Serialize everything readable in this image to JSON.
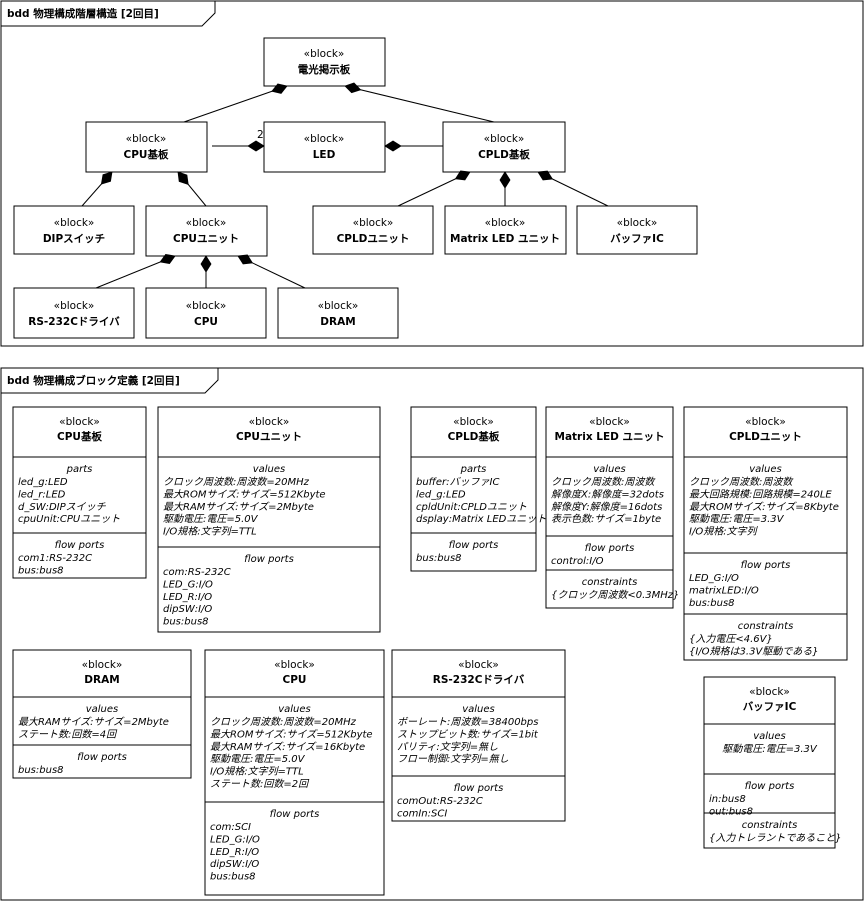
{
  "frame_top": {
    "title": "bdd 物理構成階層構造 [2回目]"
  },
  "frame_bottom": {
    "title": "bdd 物理構成ブロック定義 [2回目]"
  },
  "stereotype": "«block»",
  "hierarchy": {
    "nodes": [
      {
        "id": "board",
        "name": "電光掲示板"
      },
      {
        "id": "cpu_board",
        "name": "CPU基板"
      },
      {
        "id": "led",
        "name": "LED"
      },
      {
        "id": "cpld_board",
        "name": "CPLD基板"
      },
      {
        "id": "dip",
        "name": "DIPスイッチ"
      },
      {
        "id": "cpu_unit",
        "name": "CPUユニット"
      },
      {
        "id": "cpld_unit",
        "name": "CPLDユニット"
      },
      {
        "id": "matrix_led",
        "name": "Matrix LED ユニット"
      },
      {
        "id": "buffer_ic",
        "name": "バッファIC"
      },
      {
        "id": "rs232c",
        "name": "RS-232Cドライバ"
      },
      {
        "id": "cpu",
        "name": "CPU"
      },
      {
        "id": "dram",
        "name": "DRAM"
      }
    ],
    "multiplicity_label": "2"
  },
  "blocks": [
    {
      "id": "b-cpu-board",
      "name": "CPU基板",
      "sections": [
        {
          "title": "parts",
          "items": [
            "led_g:LED",
            "led_r:LED",
            "d_SW:DIPスイッチ",
            "cpuUnit:CPUユニット"
          ]
        },
        {
          "title": "flow ports",
          "items": [
            "com1:RS-232C",
            "bus:bus8"
          ]
        }
      ]
    },
    {
      "id": "b-cpu-unit",
      "name": "CPUユニット",
      "sections": [
        {
          "title": "values",
          "items": [
            "クロック周波数:周波数=20MHz",
            "最大ROMサイズ:サイズ=512Kbyte",
            "最大RAMサイズ:サイズ=2Mbyte",
            "駆動電圧:電圧=5.0V",
            "I/O規格:文字列=TTL"
          ]
        },
        {
          "title": "flow ports",
          "items": [
            "com:RS-232C",
            "LED_G:I/O",
            "LED_R:I/O",
            "dipSW:I/O",
            "bus:bus8"
          ]
        }
      ]
    },
    {
      "id": "b-cpld-board",
      "name": "CPLD基板",
      "sections": [
        {
          "title": "parts",
          "items": [
            "buffer:バッファIC",
            "led_g:LED",
            "cpldUnit:CPLDユニット",
            "dsplay:Matrix LEDユニット"
          ]
        },
        {
          "title": "flow ports",
          "items": [
            "bus:bus8"
          ]
        }
      ]
    },
    {
      "id": "b-matrix-led",
      "name": "Matrix LED ユニット",
      "sections": [
        {
          "title": "values",
          "items": [
            "クロック周波数:周波数",
            "解像度X:解像度=32dots",
            "解像度Y:解像度=16dots",
            "表示色数:サイズ=1byte"
          ]
        },
        {
          "title": "flow ports",
          "items": [
            "control:I/O"
          ]
        },
        {
          "title": "constraints",
          "items": [
            "{クロック周波数<0.3MHz}"
          ]
        }
      ]
    },
    {
      "id": "b-cpld-unit",
      "name": "CPLDユニット",
      "sections": [
        {
          "title": "values",
          "items": [
            "クロック周波数:周波数",
            "最大回路規模:回路規模=240LE",
            "最大ROMサイズ:サイズ=8Kbyte",
            "駆動電圧:電圧=3.3V",
            "I/O規格:文字列"
          ]
        },
        {
          "title": "flow ports",
          "items": [
            "LED_G:I/O",
            "matrixLED:I/O",
            "bus:bus8"
          ]
        },
        {
          "title": "constraints",
          "items": [
            "{入力電圧<4.6V}",
            "{I/O規格は3.3V駆動である}"
          ]
        }
      ]
    },
    {
      "id": "b-dram",
      "name": "DRAM",
      "sections": [
        {
          "title": "values",
          "items": [
            "最大RAMサイズ:サイズ=2Mbyte",
            "ステート数:回数=4回"
          ]
        },
        {
          "title": "flow ports",
          "items": [
            "bus:bus8"
          ]
        }
      ]
    },
    {
      "id": "b-cpu",
      "name": "CPU",
      "sections": [
        {
          "title": "values",
          "items": [
            "クロック周波数:周波数=20MHz",
            "最大ROMサイズ:サイズ=512Kbyte",
            "最大RAMサイズ:サイズ=16Kbyte",
            "駆動電圧:電圧=5.0V",
            "I/O規格:文字列=TTL",
            "ステート数:回数=2回"
          ]
        },
        {
          "title": "flow ports",
          "items": [
            "com:SCI",
            "LED_G:I/O",
            "LED_R:I/O",
            "dipSW:I/O",
            "bus:bus8"
          ]
        }
      ]
    },
    {
      "id": "b-rs232c",
      "name": "RS-232Cドライバ",
      "sections": [
        {
          "title": "values",
          "items": [
            "ボーレート:周波数=38400bps",
            "ストップビット数:サイズ=1bit",
            "パリティ:文字列=無し",
            "フロー制御:文字列=無し"
          ]
        },
        {
          "title": "flow ports",
          "items": [
            "comOut:RS-232C",
            "comIn:SCI"
          ]
        }
      ]
    },
    {
      "id": "b-buffer-ic",
      "name": "バッファIC",
      "sections": [
        {
          "title": "values",
          "items": [
            "駆動電圧:電圧=3.3V"
          ]
        },
        {
          "title": "flow ports",
          "items": [
            "in:bus8",
            "out:bus8"
          ]
        },
        {
          "title": "constraints",
          "items": [
            "{入力トレラントであること}"
          ]
        }
      ]
    }
  ]
}
